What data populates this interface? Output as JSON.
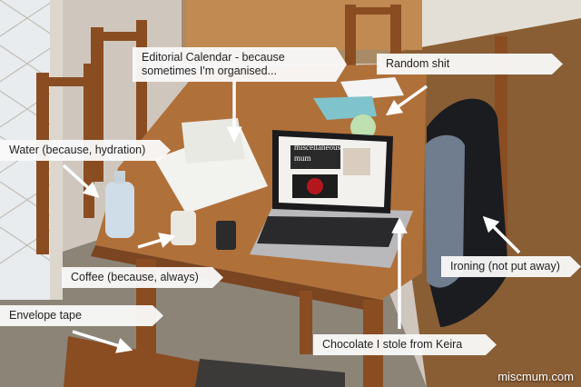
{
  "labels": {
    "editorial": "Editorial Calendar - because sometimes I'm organised...",
    "random": "Random shit",
    "water": "Water (because, hydration)",
    "coffee": "Coffee (because, always)",
    "envelope": "Envelope tape",
    "ironing": "Ironing (not put away)",
    "chocolate": "Chocolate I stole from Keira"
  },
  "laptop_screen": {
    "title_line1": "miscellaneous",
    "title_line2": "mum"
  },
  "watermark": "miscmum.com",
  "colors": {
    "label_bg": "#fafafa",
    "arrow": "#ffffff",
    "table": "#b0703a",
    "floor": "#7a5532"
  }
}
